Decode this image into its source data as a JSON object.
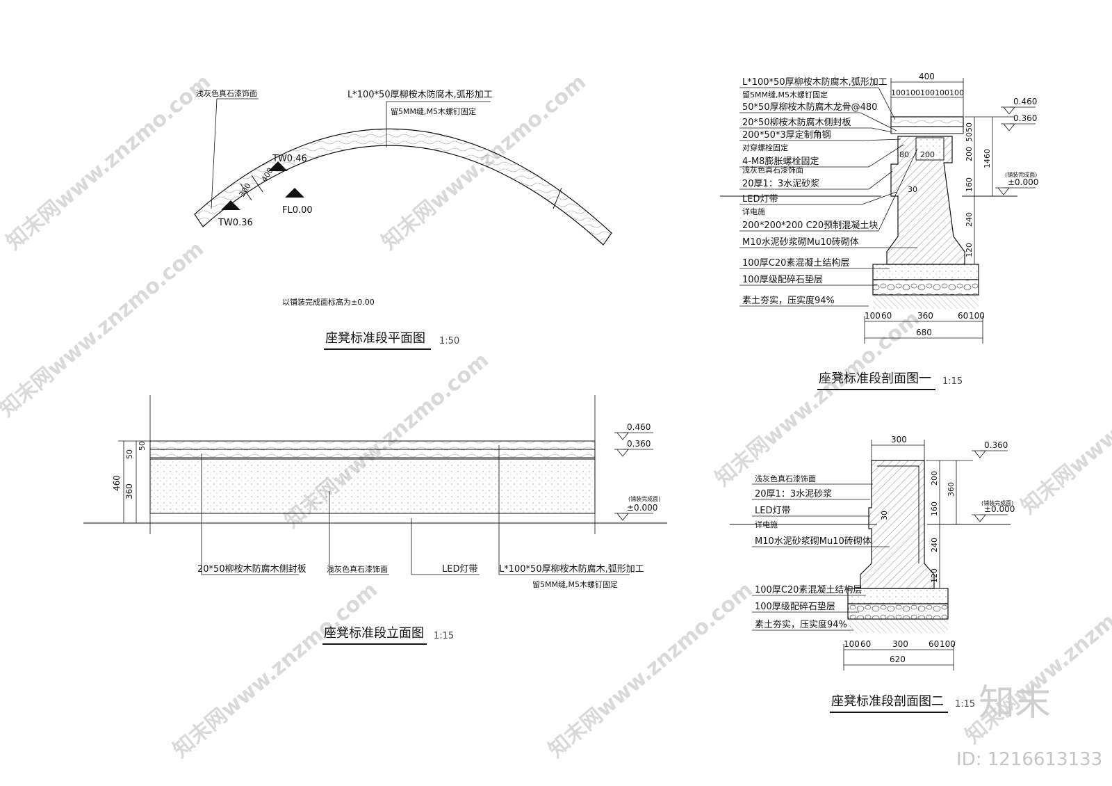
{
  "plan": {
    "title": "座凳标准段平面图",
    "scale": "1:50",
    "note": "以铺装完成面标高为±0.00",
    "labels": {
      "finish": "浅灰色真石漆饰面",
      "wood_1": "L*100*50厚柳桉木防腐木,弧形加工",
      "wood_2": "留5MM缝,M5木螺钉固定",
      "tw_upper": "TW0.46",
      "tw_lower": "TW0.36",
      "fl": "FL0.00",
      "dim_a": "400",
      "dim_b": "300"
    }
  },
  "elevation": {
    "title": "座凳标准段立面图",
    "scale": "1:15",
    "levels": {
      "top": "0.460",
      "seat": "0.360",
      "ground_note": "(铺装完成面)",
      "ground": "±0.000"
    },
    "dims": {
      "total": "460",
      "lower": "360",
      "d50a": "50",
      "d50b": "50"
    },
    "labels": {
      "side": "20*50柳桉木防腐木侧封板",
      "finish": "浅灰色真石漆饰面",
      "led": "LED灯带",
      "wood_1": "L*100*50厚柳桉木防腐木,弧形加工",
      "wood_2": "留5MM缝,M5木螺钉固定"
    }
  },
  "section1": {
    "title": "座凳标准段剖面图一",
    "scale": "1:15",
    "top_dims": {
      "width": "400",
      "slats": "100100100100100"
    },
    "levels": {
      "top": "0.460",
      "seat": "0.360",
      "ground_note": "(铺装完成面)",
      "ground": "±0.000"
    },
    "right_dims": {
      "d50": "50",
      "d50b": "50",
      "d200": "200",
      "d1460": "1460",
      "d160": "160",
      "d240": "240",
      "d120": "120"
    },
    "inner": {
      "d80": "80",
      "d200": "200",
      "d30": "30"
    },
    "labels": [
      "L*100*50厚柳桉木防腐木,弧形加工",
      "留5MM缝,M5木螺钉固定",
      "50*50厚柳桉木防腐木龙骨@480",
      "20*50柳桉木防腐木侧封板",
      "200*50*3厚定制角钢",
      "对穿螺栓固定",
      "4-M8膨胀螺栓固定",
      "浅灰色真石漆饰面",
      "20厚1：3水泥砂浆",
      "LED灯带",
      "详电施",
      "200*200*200 C20预制混凝土块",
      "M10水泥砂浆砌Mu10砖砌体",
      "100厚C20素混凝土结构层",
      "100厚级配碎石垫层",
      "素土夯实，压实度94%"
    ],
    "bottom_dims": {
      "d100a": "100",
      "d60a": "60",
      "d360": "360",
      "d60b": "60",
      "d100b": "100",
      "total": "680"
    }
  },
  "section2": {
    "title": "座凳标准段剖面图二",
    "scale": "1:15",
    "top_dim": "300",
    "levels": {
      "seat": "0.360",
      "ground_note": "(铺装完成面)",
      "ground": "±0.000"
    },
    "right_dims": {
      "d200": "200",
      "d360": "360",
      "d160": "160",
      "d240": "240",
      "d120": "120"
    },
    "inner": {
      "d30": "30"
    },
    "labels": [
      "浅灰色真石漆饰面",
      "20厚1：3水泥砂浆",
      "LED灯带",
      "详电施",
      "M10水泥砂浆砌Mu10砖砌体",
      "100厚C20素混凝土结构层",
      "100厚级配碎石垫层",
      "素土夯实，压实度94%"
    ],
    "bottom_dims": {
      "d100a": "100",
      "d60a": "60",
      "d300": "300",
      "d60b": "60",
      "d100b": "100",
      "total": "620"
    }
  },
  "watermark": {
    "text": "知末网www.znzmo.com",
    "logo": "知末",
    "id": "ID: 1216613133"
  }
}
